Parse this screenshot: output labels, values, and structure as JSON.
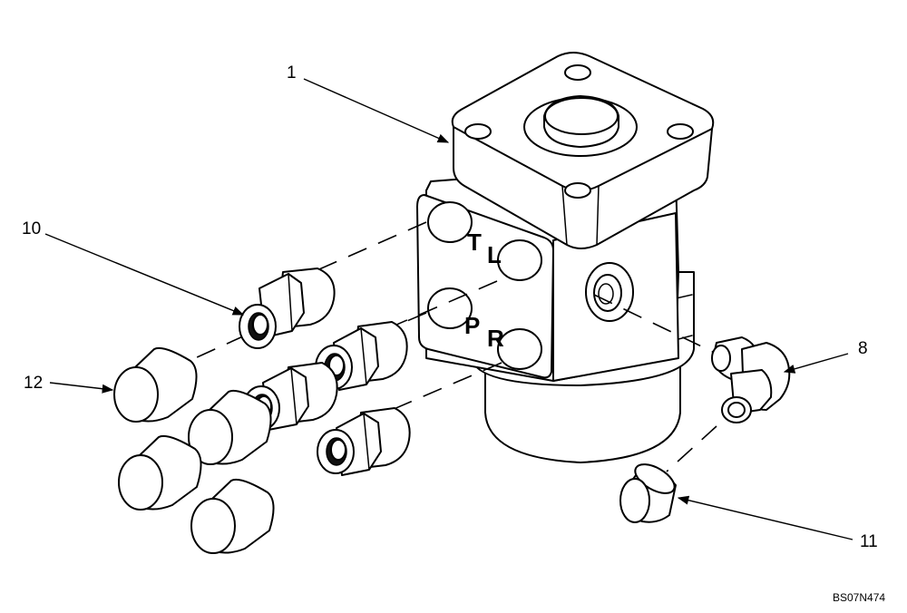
{
  "callouts": {
    "c1": "1",
    "c8": "8",
    "c10": "10",
    "c11": "11",
    "c12": "12"
  },
  "port_labels": {
    "t": "T",
    "l": "L",
    "p": "P",
    "r": "R"
  },
  "drawing_code": "BS07N474"
}
